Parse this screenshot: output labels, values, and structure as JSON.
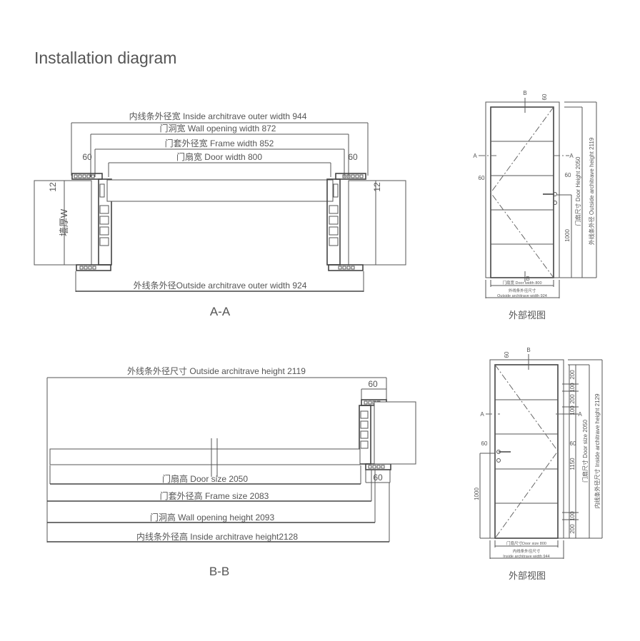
{
  "title": "Installation diagram",
  "sections": {
    "aa": {
      "label": "A-A",
      "inside_architrave_outer_width": "内线条外径宽  Inside architrave outer width 944",
      "wall_opening_width": "门洞宽  Wall opening width  872",
      "frame_width": "门套外径宽  Frame width 852",
      "door_width": "门扇宽  Door width 800",
      "outside_architrave_outer_width": "外线条外径Outside architrave outer width 924",
      "left_60": "60",
      "right_60": "60",
      "left_12": "12",
      "right_12": "12",
      "wall_thickness": "墙厚W"
    },
    "bb": {
      "label": "B-B",
      "outside_architrave_height": "外线条外径尺寸  Outside architrave height 2119",
      "top_60": "60",
      "bottom_60": "60",
      "door_size": "门扇高  Door size 2050",
      "frame_size": "门套外径高  Frame size 2083",
      "wall_opening_height": "门洞高  Wall opening height 2093",
      "inside_architrave_height": "内线条外径高  Inside architrave height2128"
    },
    "exterior_view_1": {
      "caption": "外部视图",
      "marker_b_top": "B",
      "marker_b_bottom": "B",
      "marker_a_left": "A",
      "marker_a_right": "A",
      "top_60": "60",
      "left_60": "60",
      "right_60": "60",
      "door_height": "门扇尺寸  Door Height 2050",
      "outside_architrave_height": "外线条外径  Outside architrave height 2119",
      "handle_height": "1000",
      "door_width": "门扇宽  Door width 800",
      "outside_width_cn": "外线条外径尺寸",
      "outside_width": "Outside architrave width 924"
    },
    "exterior_view_2": {
      "caption": "外部视图",
      "marker_b_top": "B",
      "marker_a_left": "A",
      "marker_a_right": "A",
      "top_60": "60",
      "left_60": "60",
      "right_60": "60",
      "groove_dims": [
        "200",
        "100",
        "200",
        "100",
        "1150",
        "100",
        "200"
      ],
      "door_size": "门扇尺寸  Door size 2050",
      "inside_architrave_height": "内线条外径尺寸  Inside architrave height 2129",
      "handle_height": "1000",
      "door_size_width": "门扇尺寸Door size 800",
      "inside_width_cn": "内线条外径尺寸",
      "inside_width": "Inside architrave width 944"
    }
  }
}
